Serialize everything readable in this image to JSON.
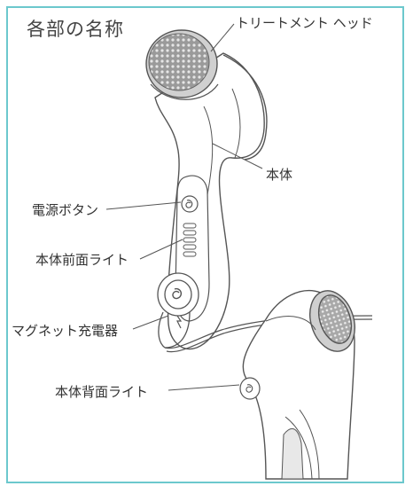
{
  "title": "各部の名称",
  "labels": {
    "head": "トリートメント ヘッド",
    "body": "本体",
    "power": "電源ボタン",
    "front_light": "本体前面ライト",
    "charger": "マグネット充電器",
    "back_light": "本体背面ライト"
  },
  "colors": {
    "border": "#6cc8cd",
    "line": "#555555",
    "text": "#333333"
  },
  "icons": [
    "swirl-logo-icon",
    "lightning-icon"
  ]
}
